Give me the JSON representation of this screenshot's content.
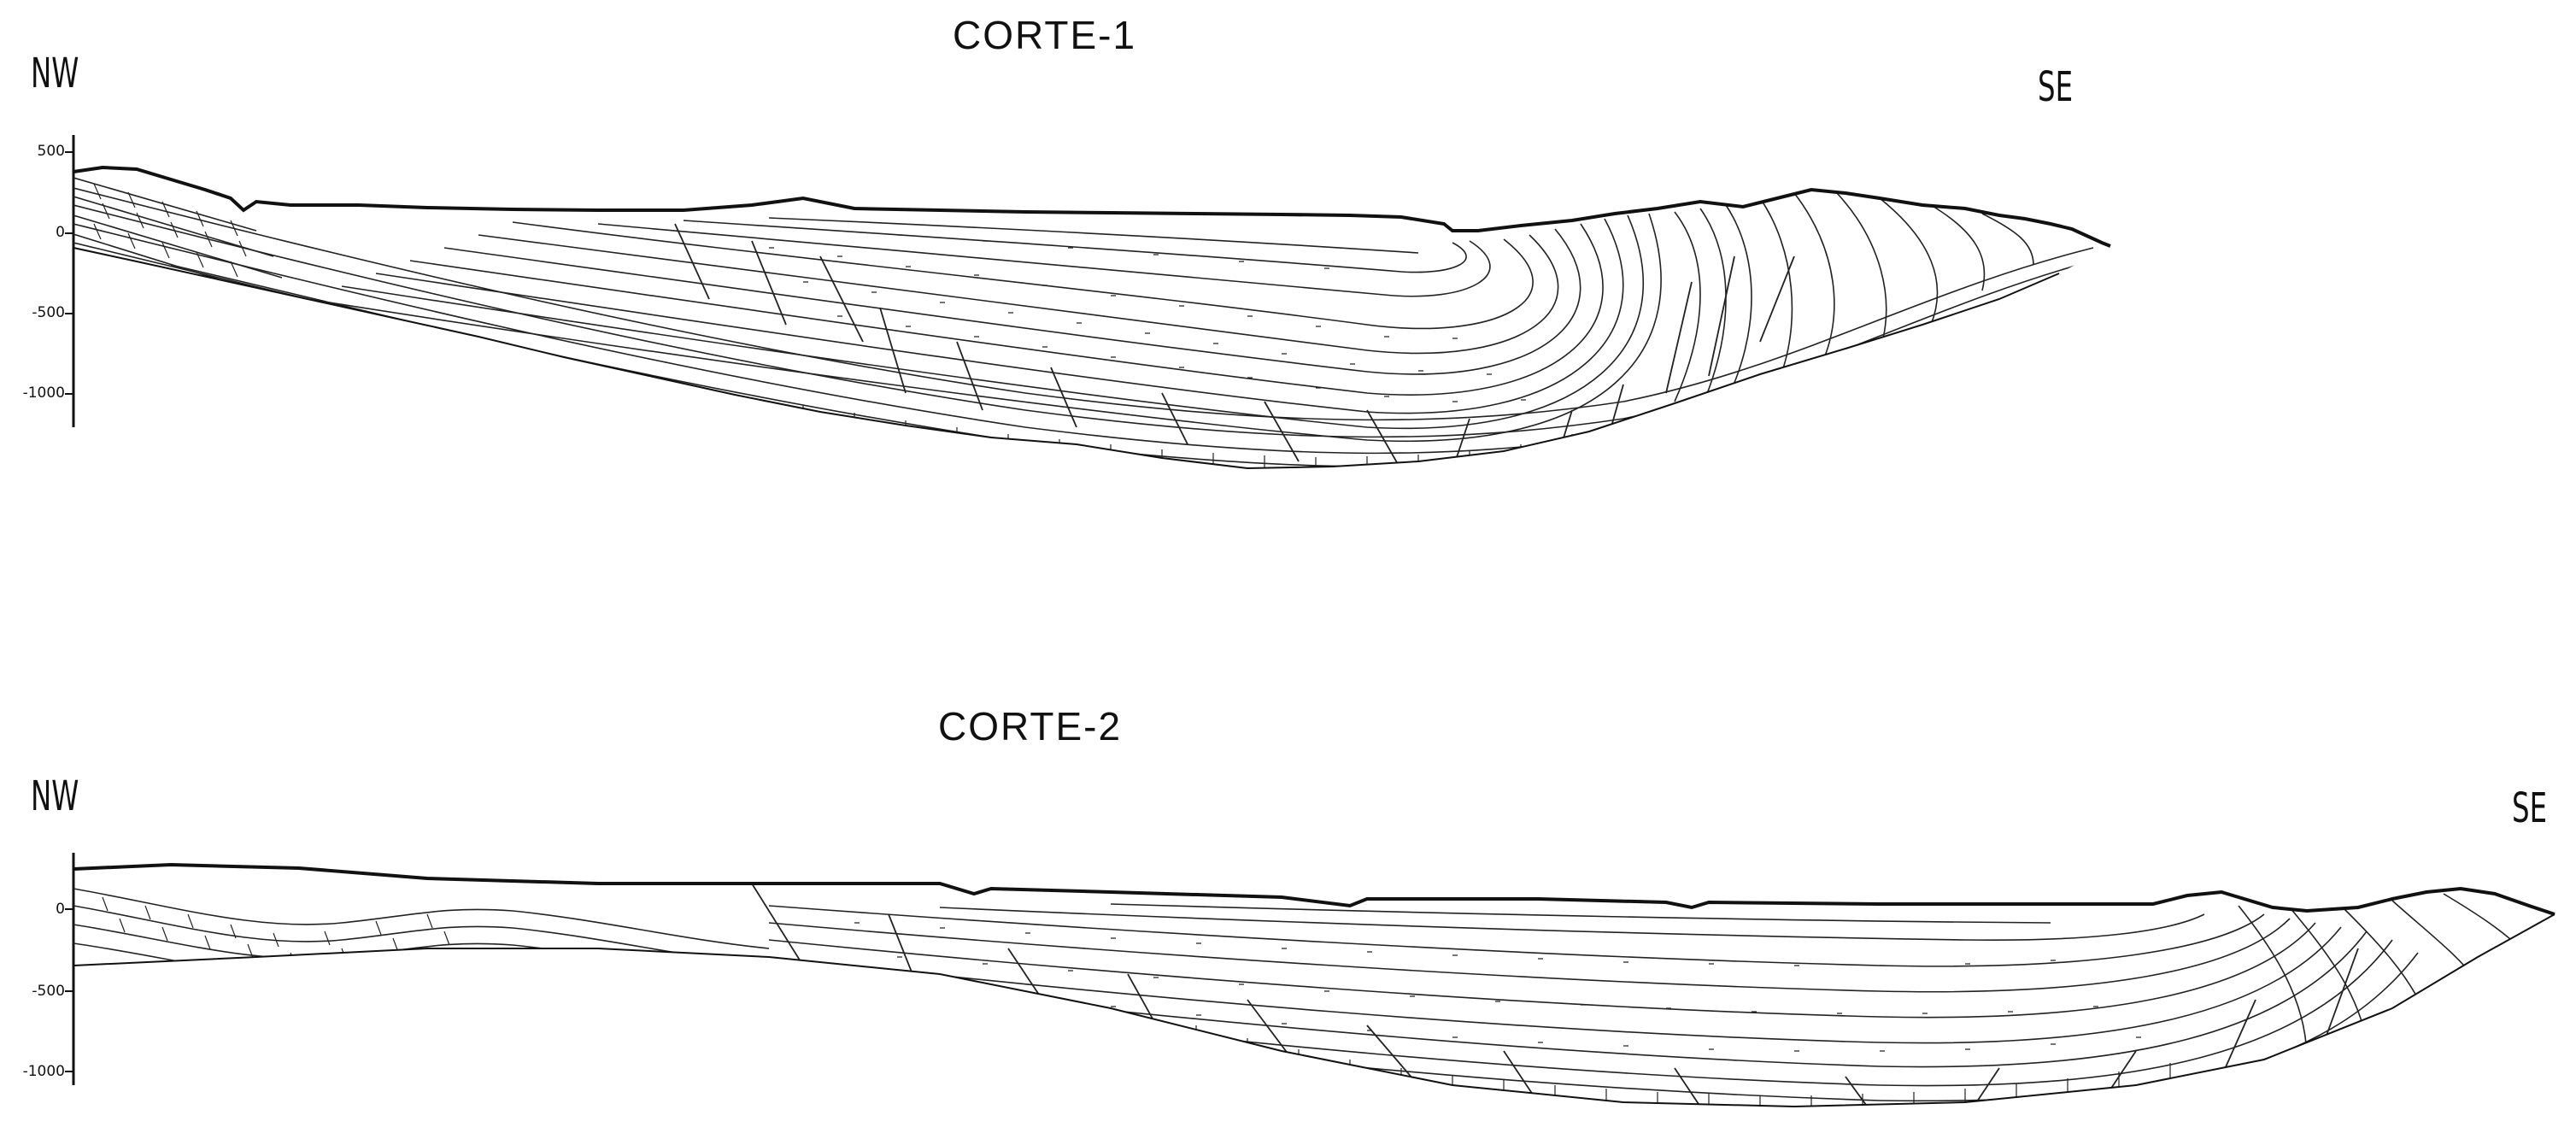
{
  "section1": {
    "title": "CORTE-1",
    "left_label": "NW",
    "right_label": "SE",
    "axis_ticks": [
      "500",
      "0",
      "-500",
      "-1000"
    ]
  },
  "section2": {
    "title": "CORTE-2",
    "left_label": "NW",
    "right_label": "SE",
    "axis_ticks": [
      "0",
      "-500",
      "-1000"
    ]
  }
}
